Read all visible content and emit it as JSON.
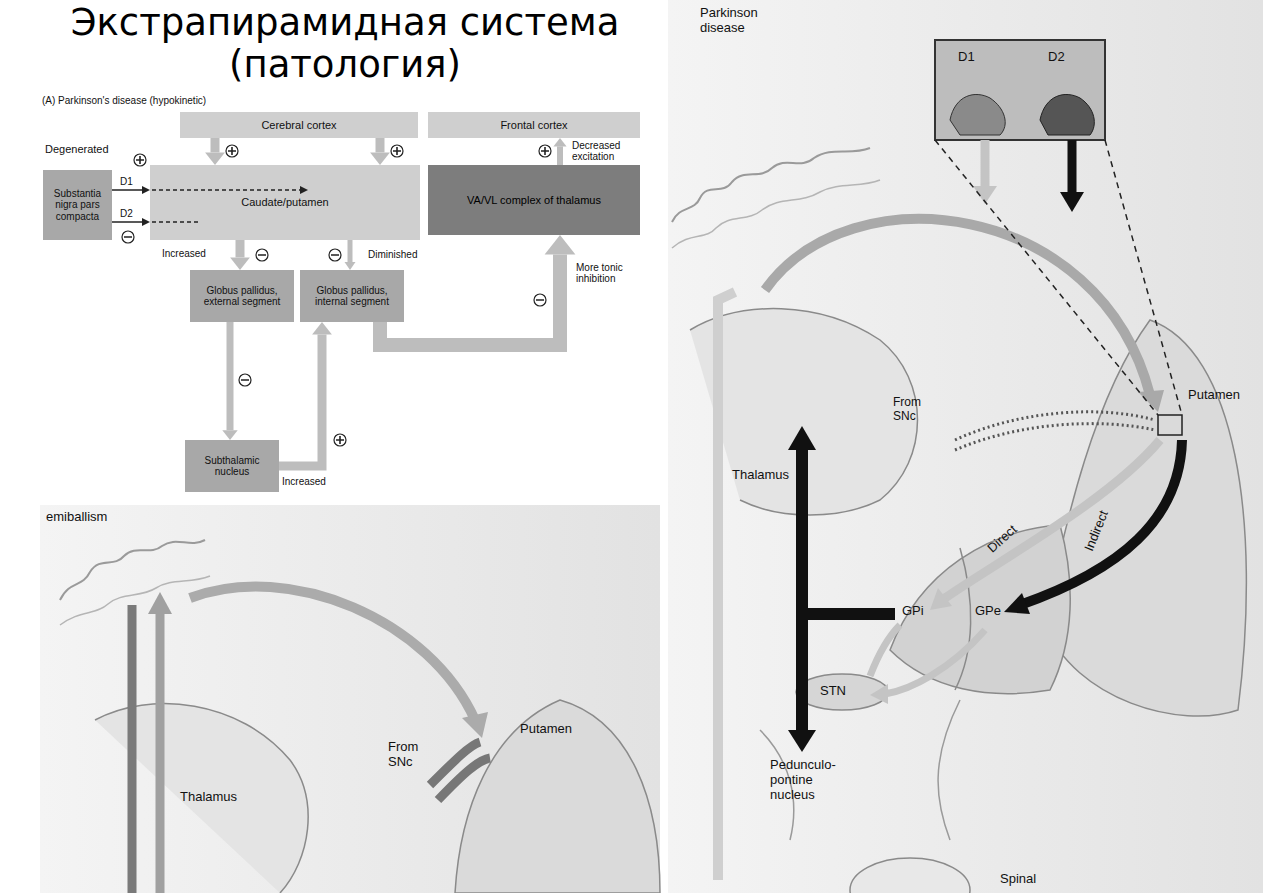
{
  "diagram": {
    "title": "Экстрапирамидная система (патология)",
    "nodes": [
      {
        "text": [
          "Cerebral cortex"
        ]
      },
      {
        "text": [
          "Frontal cortex"
        ]
      },
      {
        "text": [
          "Substantia nigra pars compacta"
        ]
      },
      {
        "text": [
          "Caudate/putamen"
        ]
      },
      {
        "text": [
          "VA/VL complex of thalamus"
        ]
      },
      {
        "text": [
          "Globus pallidus, external segment"
        ]
      },
      {
        "text": [
          "Globus pallidus, internal segment"
        ]
      },
      {
        "text": [
          "Subthalamic nucleus"
        ]
      }
    ],
    "edges": [
      {
        "from": 0,
        "to": 3,
        "arrow": "to"
      },
      {
        "from": 0,
        "to": 3,
        "arrow": "to"
      },
      {
        "from": 2,
        "to": 3,
        "label": "D1",
        "arrow": "to"
      },
      {
        "from": 2,
        "to": 3,
        "label": "D2",
        "arrow": "to"
      },
      {
        "from": 3,
        "to": 5,
        "label": "Increased",
        "arrow": "to"
      },
      {
        "from": 3,
        "to": 6,
        "label": "Diminished",
        "arrow": "to"
      },
      {
        "from": 5,
        "to": 7,
        "arrow": "to"
      },
      {
        "from": 7,
        "to": 6,
        "label": "Increased",
        "arrow": "to"
      },
      {
        "from": 6,
        "to": 4,
        "label": "More tonic inhibition",
        "arrow": "to"
      },
      {
        "from": 4,
        "to": 1,
        "label": "Decreased excitation",
        "arrow": "to"
      }
    ],
    "labels": [
      "(A) Parkinson's disease (hypokinetic)",
      "Degenerated",
      "Parkinson disease",
      "D1",
      "D2",
      "From SNc",
      "Putamen",
      "Thalamus",
      "Direct",
      "Indirect",
      "GPi",
      "GPe",
      "STN",
      "Pedunculo-pontine nucleus",
      "Spinal",
      "emiballism",
      "From SNc",
      "Putamen",
      "Thalamus"
    ]
  }
}
